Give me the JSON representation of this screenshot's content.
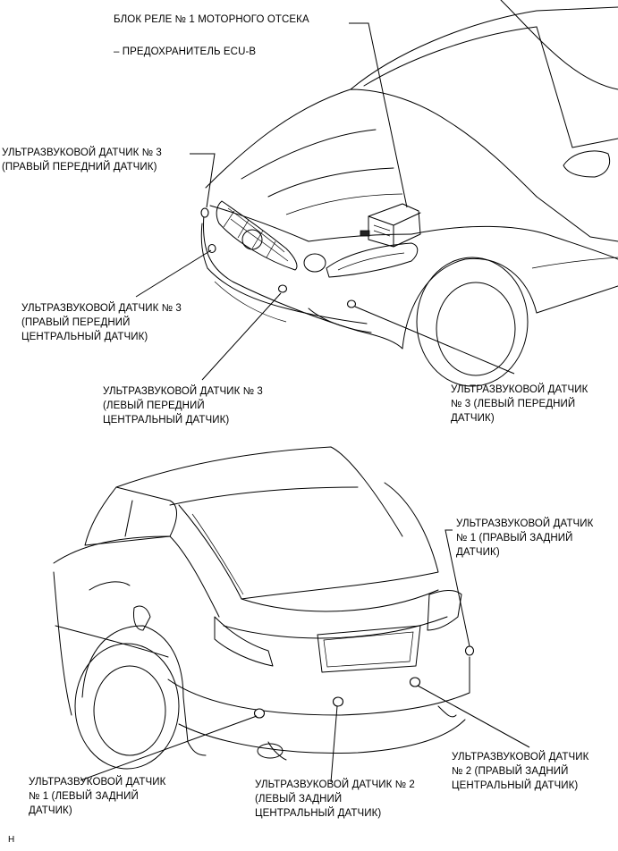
{
  "labels": {
    "relay_block": "БЛОК РЕЛЕ № 1 МОТОРНОГО ОТСЕКА",
    "fuse": "– ПРЕДОХРАНИТЕЛЬ ECU-B",
    "front_right": [
      "УЛЬТРАЗВУКОВОЙ ДАТЧИК № 3",
      "(ПРАВЫЙ ПЕРЕДНИЙ ДАТЧИК)"
    ],
    "front_right_center": [
      "УЛЬТРАЗВУКОВОЙ ДАТЧИК № 3",
      "(ПРАВЫЙ ПЕРЕДНИЙ",
      "ЦЕНТРАЛЬНЫЙ ДАТЧИК)"
    ],
    "front_left_center": [
      "УЛЬТРАЗВУКОВОЙ ДАТЧИК № 3",
      "(ЛЕВЫЙ ПЕРЕДНИЙ",
      "ЦЕНТРАЛЬНЫЙ ДАТЧИК)"
    ],
    "front_left": [
      "УЛЬТРАЗВУКОВОЙ ДАТЧИК",
      "№ 3 (ЛЕВЫЙ ПЕРЕДНИЙ",
      "ДАТЧИК)"
    ],
    "rear_right": [
      "УЛЬТРАЗВУКОВОЙ ДАТЧИК",
      "№ 1 (ПРАВЫЙ ЗАДНИЙ",
      "ДАТЧИК)"
    ],
    "rear_left": [
      "УЛЬТРАЗВУКОВОЙ ДАТЧИК",
      "№ 1 (ЛЕВЫЙ ЗАДНИЙ",
      "ДАТЧИК)"
    ],
    "rear_left_center": [
      "УЛЬТРАЗВУКОВОЙ ДАТЧИК № 2",
      "(ЛЕВЫЙ ЗАДНИЙ",
      "ЦЕНТРАЛЬНЫЙ ДАТЧИК)"
    ],
    "rear_right_center": [
      "УЛЬТРАЗВУКОВОЙ ДАТЧИК",
      "№ 2 (ПРАВЫЙ ЗАДНИЙ",
      "ЦЕНТРАЛЬНЫЙ ДАТЧИК)"
    ]
  },
  "corner_mark": "H"
}
